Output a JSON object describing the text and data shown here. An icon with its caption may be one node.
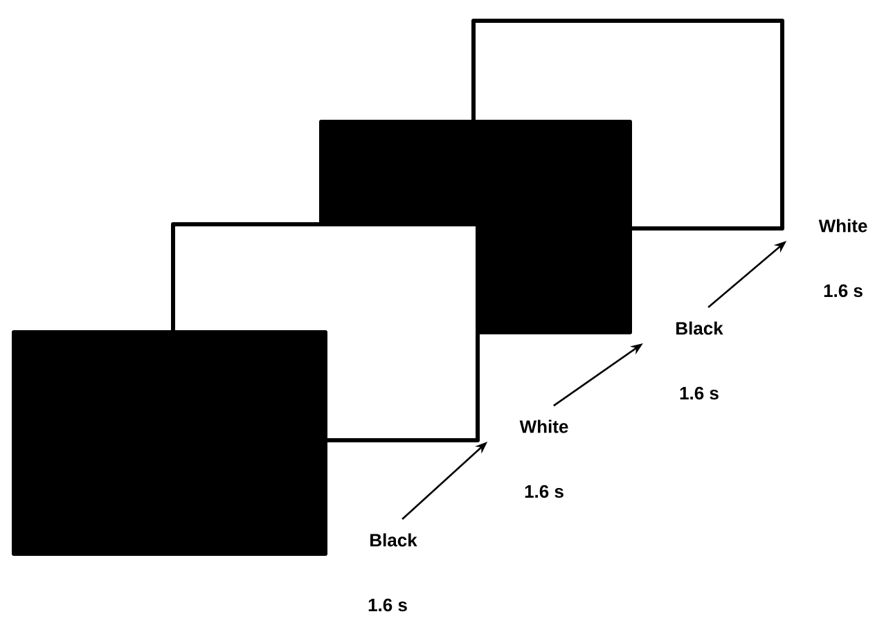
{
  "diagram": {
    "nodes": [
      {
        "text": [
          "Black"
        ],
        "beside": [
          "1.6 s"
        ]
      },
      {
        "text": [
          "White"
        ],
        "beside": [
          "1.6 s"
        ]
      },
      {
        "text": [
          "Black"
        ],
        "beside": [
          "1.6 s"
        ]
      },
      {
        "text": [
          "White"
        ],
        "beside": [
          "1.6 s"
        ]
      }
    ],
    "edges": [
      {
        "from": 0,
        "to": 1,
        "arrow": "to"
      },
      {
        "from": 1,
        "to": 2,
        "arrow": "to"
      },
      {
        "from": 2,
        "to": 3,
        "arrow": "to"
      }
    ]
  }
}
